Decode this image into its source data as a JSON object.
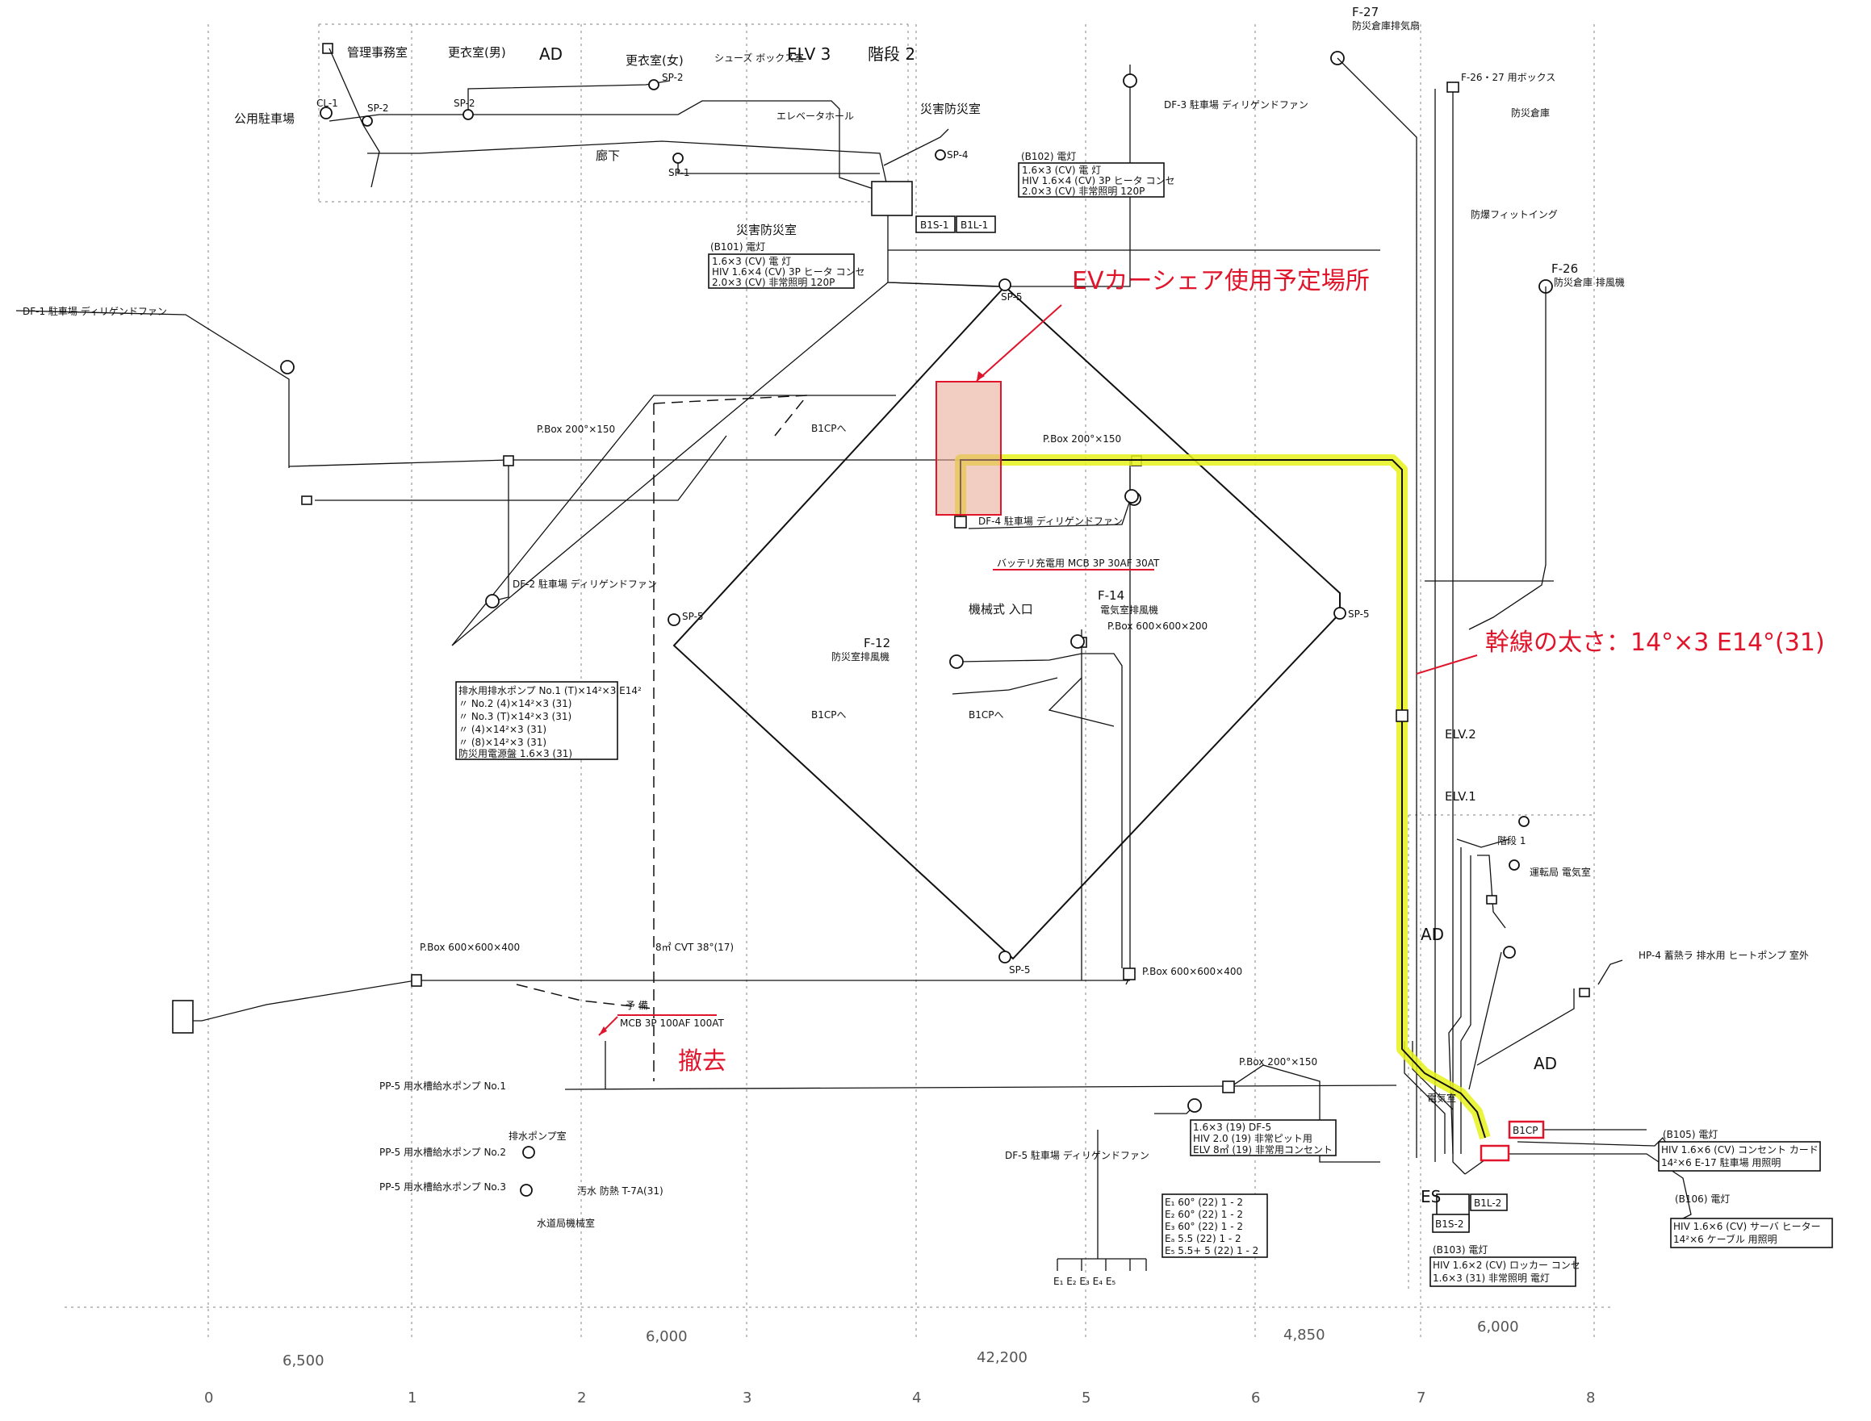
{
  "colors": {
    "annotation": "#e0152b",
    "highlight": "#e6f21a",
    "ev_area": "#e8a58f",
    "line": "#111111"
  },
  "rooms": {
    "admin": "管理事務室",
    "dressing_f": "更衣室(男)",
    "ad_top": "AD",
    "dressing_m": "更衣室(女)",
    "shoes_box": "シューズ ボックス室",
    "elv3": "ELV 3",
    "stairs2": "階段 2",
    "public_parking": "公用駐車場",
    "elev_hall": "エレベータホール",
    "corridor": "廊下",
    "disaster_room": "災害防災室",
    "hazard_room": "災害防災室"
  },
  "sp_labels": {
    "sp2a": "SP-2",
    "sp2b": "SP-2",
    "sp2c": "SP-2",
    "sp1": "SP-1",
    "sp4": "SP-4",
    "sp5a": "SP-5",
    "sp5b": "SP-5",
    "sp5c": "SP-5",
    "sp5d": "SP-5",
    "cl1": "CL-1"
  },
  "panel_labels": {
    "b1s1": "B1S-1",
    "b1l1": "B1L-1",
    "b1s2": "B1S-2",
    "b1l2": "B1L-2",
    "b1cp": "B1CP",
    "es": "ES"
  },
  "fans": {
    "df1": "DF-1 駐車場 ディリゲンドファン",
    "df2": "DF-2 駐車場 ディリゲンドファン",
    "df3": "DF-3 駐車場 ディリゲンドファン",
    "df4": "DF-4 駐車場 ディリゲンドファン",
    "df5": "DF-5 駐車場 ディリゲンドファン",
    "f27": "F-27",
    "f27_sub": "防災倉庫排気扇",
    "f26": "F-26",
    "f26_sub": "防災倉庫 排風機",
    "f12": "F-12",
    "f12_sub": "防災室排風機",
    "f14": "F-14",
    "f14_sub": "電気室排風機",
    "f2627": "F-26・27 用ボックス"
  },
  "pbox": {
    "pb1": "P.Box 200°×150",
    "pb2": "P.Box 200°×150",
    "pb3": "P.Box 600×600×200",
    "pb4": "P.Box 600×600×400",
    "pb5": "P.Box 600×600×400",
    "pb6": "P.Box 200°×150"
  },
  "notes": {
    "b1cp_to": "B1CPへ",
    "b1cp_to2": "B1CPへ",
    "b1cp_to3": "B1CPへ",
    "battery": "バッテリ充電用 MCB 3P 30AF 30AT",
    "reserve": "予 備",
    "reserve_mcb": "MCB 3P 100AF 100AT",
    "cvt": "8㎡ CVT 38°(17)",
    "ramp": "機械式 入口",
    "elv2": "ELV.2",
    "elv1": "ELV.1",
    "ad1": "AD",
    "ad2": "AD",
    "stairs1": "階段 1",
    "transformer_room": "電気室",
    "pp5a": "PP-5 用水槽給水ポンプ No.1",
    "pp5b": "PP-5 用水槽給水ポンプ No.2",
    "pp5c": "PP-5 用水槽給水ポンプ No.3",
    "pump_room": "排水ポンプ室",
    "water_tank": "汚水 防熱 T-7A(31)",
    "storage": "防災倉庫",
    "warehouse": "水道局機械室",
    "heater": "防爆フィットイング",
    "hp4": "HP-4 蓄熱ラ 排水用 ヒートポンプ 室外",
    "indoor": "運転局 電気室",
    "ground": "E₁  E₂  E₃  E₄  E₅"
  },
  "tables": {
    "b101": {
      "title": "(B101) 電灯",
      "rows": [
        "1.6×3 (CV)  電 灯",
        "HIV 1.6×4 (CV) 3P ヒータ コンセ",
        "2.0×3 (CV) 非常照明 120P"
      ]
    },
    "b102": {
      "title": "(B102) 電灯",
      "rows": [
        "1.6×3 (CV)  電 灯",
        "HIV 1.6×4 (CV) 3P ヒータ コンセ",
        "2.0×3 (CV) 非常照明 120P"
      ]
    },
    "pump": {
      "rows": [
        "排水用排水ポンプ No.1 (T)×14²×3 E14²",
        "〃 No.2 (4)×14²×3 (31)",
        "〃 No.3 (T)×14²×3 (31)",
        "〃 (4)×14²×3 (31)",
        "〃 (8)×14²×3 (31)",
        "防災用電源盤 1.6×3 (31)"
      ]
    },
    "df5": {
      "rows": [
        "1.6×3 (19) DF-5",
        "HIV 2.0 (19) 非常ピット用",
        "ELV 8㎡ (19) 非常用コンセント"
      ]
    },
    "ground": {
      "rows": [
        "E₁ 60°  (22) 1 - 2",
        "E₂ 60°  (22) 1 - 2",
        "E₃ 60°  (22) 1 - 2",
        "Eₐ 5.5 (22) 1 - 2",
        "E₅ 5.5+ 5 (22) 1 - 2"
      ]
    },
    "b103": {
      "title": "(B103) 電灯",
      "rows": [
        "HIV 1.6×2 (CV) ロッカー コンセ",
        "1.6×3 (31) 非常照明 電灯"
      ]
    },
    "b105": {
      "title": "(B105) 電灯",
      "rows": [
        "HIV 1.6×6 (CV) コンセント カード",
        "14²×6 E-17 駐車場 用照明"
      ]
    },
    "b106": {
      "title": "(B106) 電灯",
      "rows": [
        "HIV 1.6×6 (CV) サーバ ヒーター",
        "14²×6  ケーブル 用照明"
      ]
    }
  },
  "red_annotations": {
    "ev_area": "EVカーシェア使用予定場所",
    "trunk": "幹線の太さ：14°×3  E14°(31)",
    "remove": "撤去"
  },
  "grid": {
    "columns": [
      "0",
      "1",
      "2",
      "3",
      "4",
      "5",
      "6",
      "7",
      "8"
    ],
    "dims": [
      "6,500",
      "6,000",
      "42,200",
      "6,000",
      "4,850"
    ]
  }
}
